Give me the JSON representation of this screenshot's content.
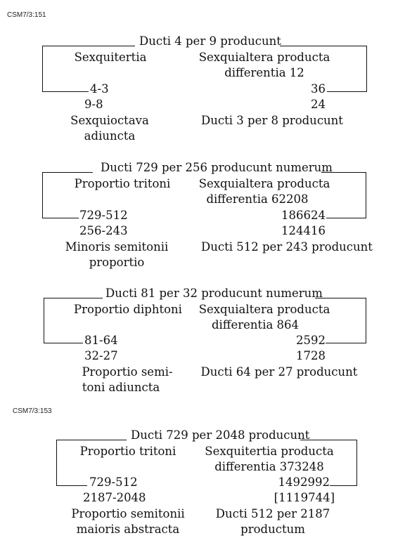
{
  "references": [
    "CSM7/3:151",
    "CSM7/3:153"
  ],
  "diagrams": [
    {
      "top": "Ducti 4 per 9 producunt",
      "left_label": "Sexquitertia",
      "right_label_1": "Sexquialtera producta",
      "right_label_2": "differentia 12",
      "left_bracket_value": "4-3",
      "right_bracket_value": "36",
      "left_value_2": "9-8",
      "right_value_2": "24",
      "bottom_left_1": "Sexquioctava",
      "bottom_left_2": "adiuncta",
      "bottom_right_1": "Ducti 3 per 8 producunt",
      "bottom_right_2": ""
    },
    {
      "top": "Ducti 729 per 256 producunt numerum",
      "left_label": "Proportio tritoni",
      "right_label_1": "Sexquialtera producta",
      "right_label_2": "differentia 62208",
      "left_bracket_value": "729-512",
      "right_bracket_value": "186624",
      "left_value_2": "256-243",
      "right_value_2": "124416",
      "bottom_left_1": "Minoris semitonii",
      "bottom_left_2": "proportio",
      "bottom_right_1": "Ducti 512 per 243 producunt",
      "bottom_right_2": ""
    },
    {
      "top": "Ducti 81 per 32 producunt numerum",
      "left_label": "Proportio diphtoni",
      "right_label_1": "Sexquialtera producta",
      "right_label_2": "differentia 864",
      "left_bracket_value": "81-64",
      "right_bracket_value": "2592",
      "left_value_2": "32-27",
      "right_value_2": "1728",
      "bottom_left_1": "Proportio semi-",
      "bottom_left_2": "toni adiuncta",
      "bottom_right_1": "Ducti 64 per 27 producunt",
      "bottom_right_2": ""
    },
    {
      "top": "Ducti 729 per 2048 producunt",
      "left_label": "Proportio tritoni",
      "right_label_1": "Sexquitertia producta",
      "right_label_2": "differentia 373248",
      "left_bracket_value": "729-512",
      "right_bracket_value": "1492992",
      "left_value_2": "2187-2048",
      "right_value_2": "[1119744]",
      "bottom_left_1": "Proportio semitonii",
      "bottom_left_2": "maioris abstracta",
      "bottom_right_1": "Ducti 512 per 2187",
      "bottom_right_2": "productum"
    }
  ]
}
